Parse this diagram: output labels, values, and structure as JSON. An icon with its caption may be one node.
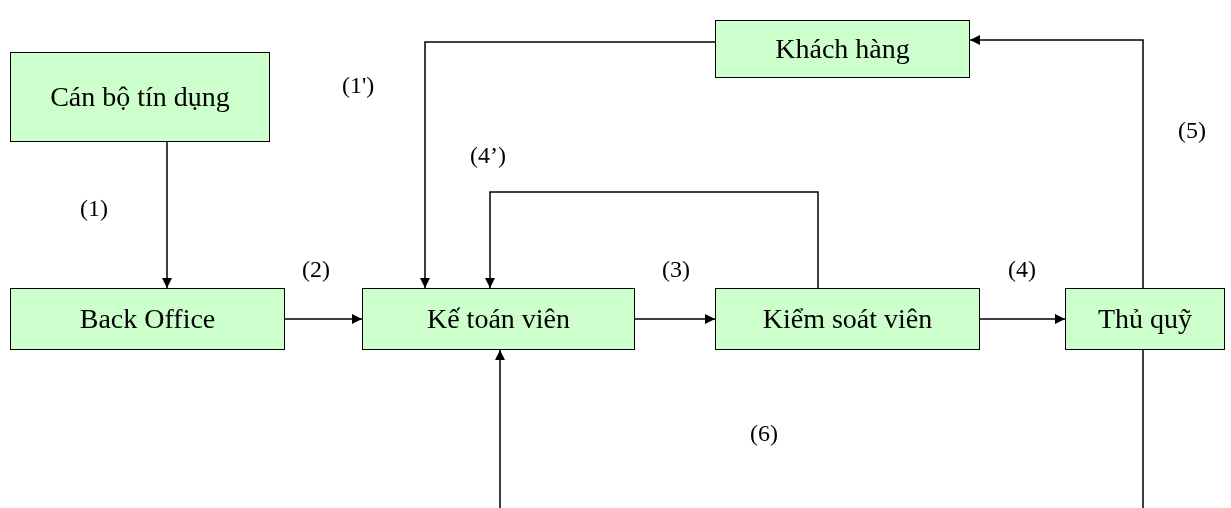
{
  "diagram": {
    "nodes": [
      {
        "text": [
          "Cán bộ tín dụng"
        ]
      },
      {
        "text": [
          "Khách hàng"
        ]
      },
      {
        "text": [
          "Back Office"
        ]
      },
      {
        "text": [
          "Kế toán viên"
        ]
      },
      {
        "text": [
          "Kiểm soát viên"
        ]
      },
      {
        "text": [
          "Thủ quỹ"
        ]
      }
    ],
    "edges": [
      {
        "from": 0,
        "to": 2,
        "arrow": "to",
        "label": "(1)"
      },
      {
        "from": 1,
        "to": 3,
        "arrow": "to",
        "label": "(1')"
      },
      {
        "from": 2,
        "to": 3,
        "arrow": "to",
        "label": "(2)"
      },
      {
        "from": 3,
        "to": 4,
        "arrow": "to",
        "label": "(3)"
      },
      {
        "from": 4,
        "to": 3,
        "arrow": "to",
        "label": "(4’)"
      },
      {
        "from": 4,
        "to": 5,
        "arrow": "to",
        "label": "(4)"
      },
      {
        "from": 5,
        "to": 1,
        "arrow": "to",
        "label": "(5)"
      },
      {
        "from": 5,
        "to": 3,
        "arrow": "to",
        "label": "(6)"
      }
    ]
  }
}
